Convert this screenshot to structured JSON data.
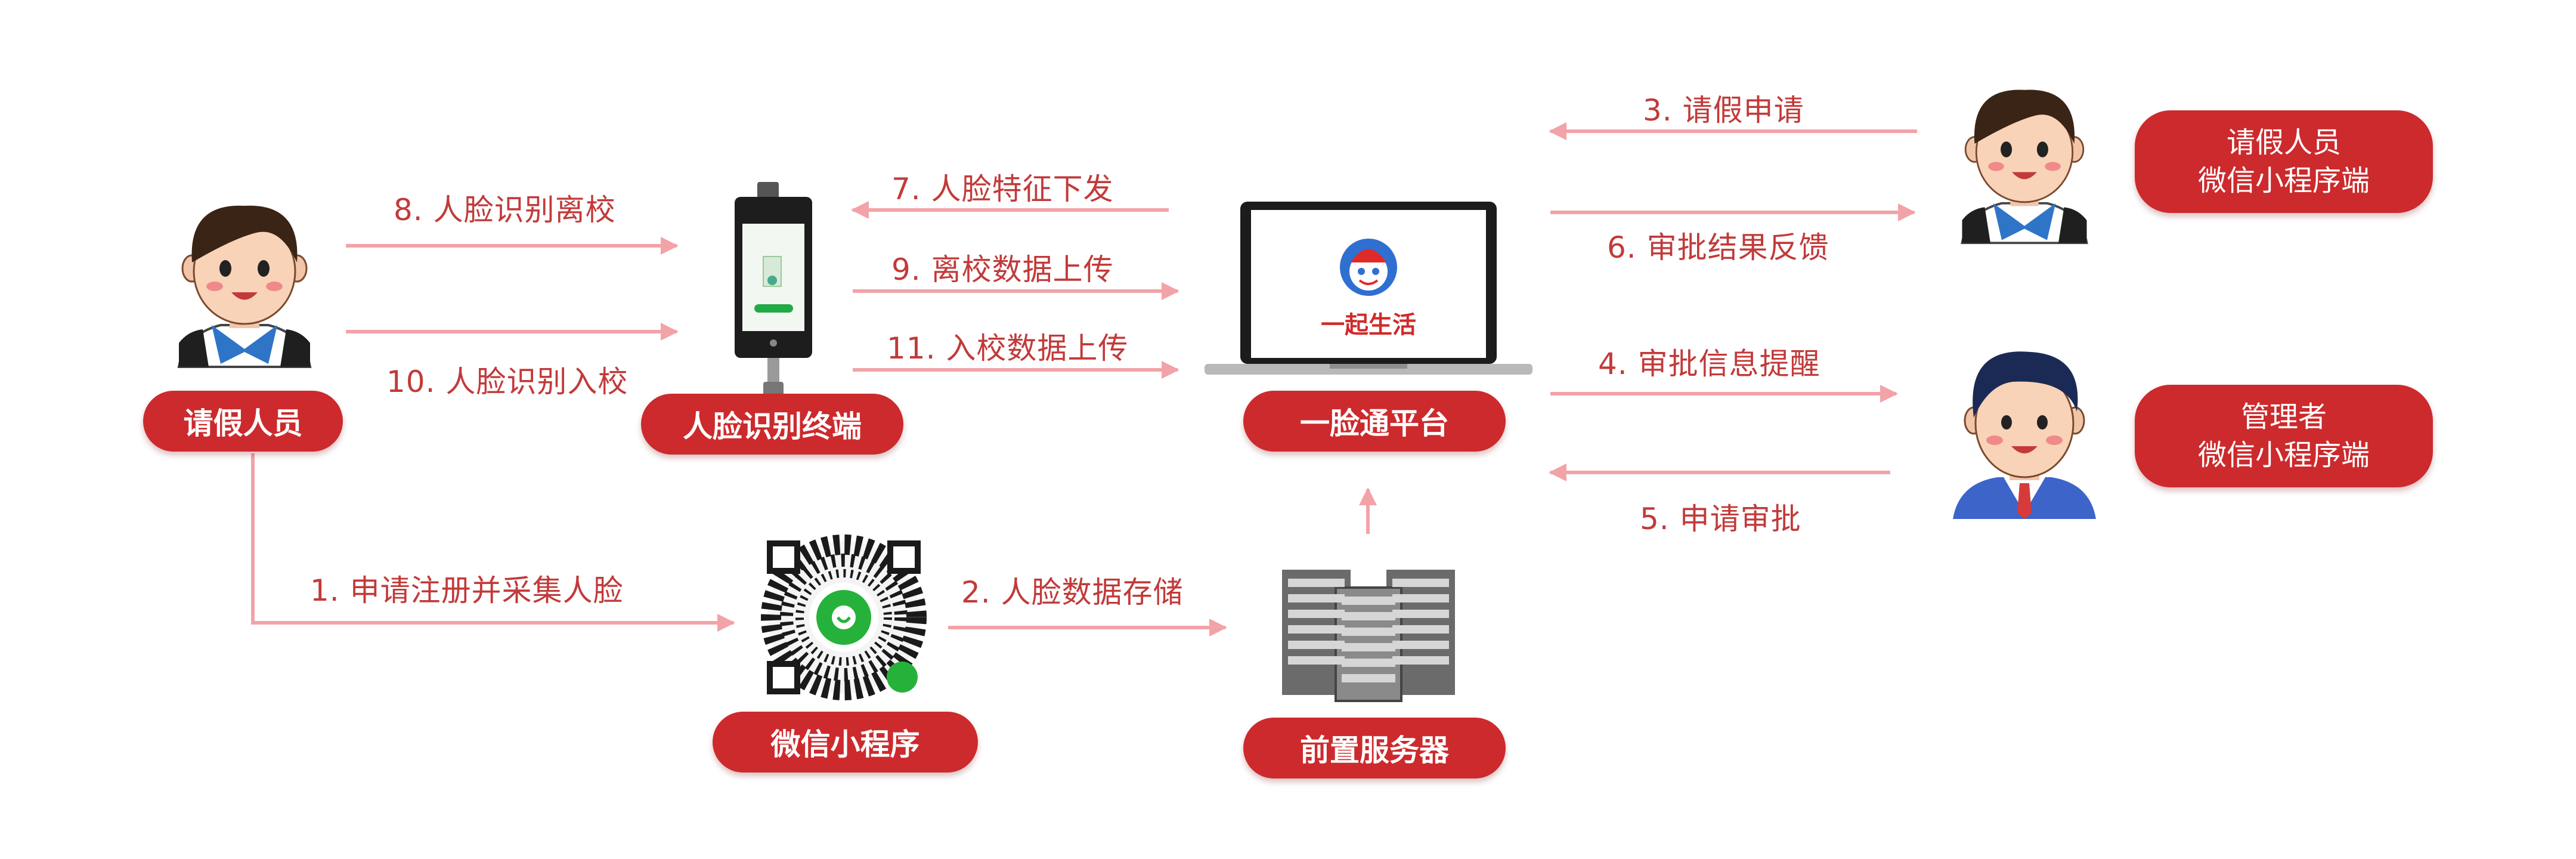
{
  "nodes": {
    "leave_person": "请假人员",
    "face_terminal": "人脸识别终端",
    "platform": "一脸通平台",
    "mini_program": "微信小程序",
    "front_server": "前置服务器",
    "applicant_app": [
      "请假人员",
      "微信小程序端"
    ],
    "manager_app": [
      "管理者",
      "微信小程序端"
    ]
  },
  "platform_logo_text": "一起生活",
  "steps": {
    "s1": "1. 申请注册并采集人脸",
    "s2": "2. 人脸数据存储",
    "s3": "3. 请假申请",
    "s4": "4. 审批信息提醒",
    "s5": "5. 申请审批",
    "s6": "6. 审批结果反馈",
    "s7": "7. 人脸特征下发",
    "s8": "8. 人脸识别离校",
    "s9": "9. 离校数据上传",
    "s10": "10. 人脸识别入校",
    "s11": "11. 入校数据上传"
  },
  "colors": {
    "accent": "#cc2a2d",
    "arrow": "#f2a3a8",
    "label": "#c23a3a"
  },
  "icons": [
    "student-avatar-icon",
    "face-terminal-icon",
    "laptop-icon",
    "server-icon",
    "qr-code-icon",
    "manager-avatar-icon"
  ]
}
